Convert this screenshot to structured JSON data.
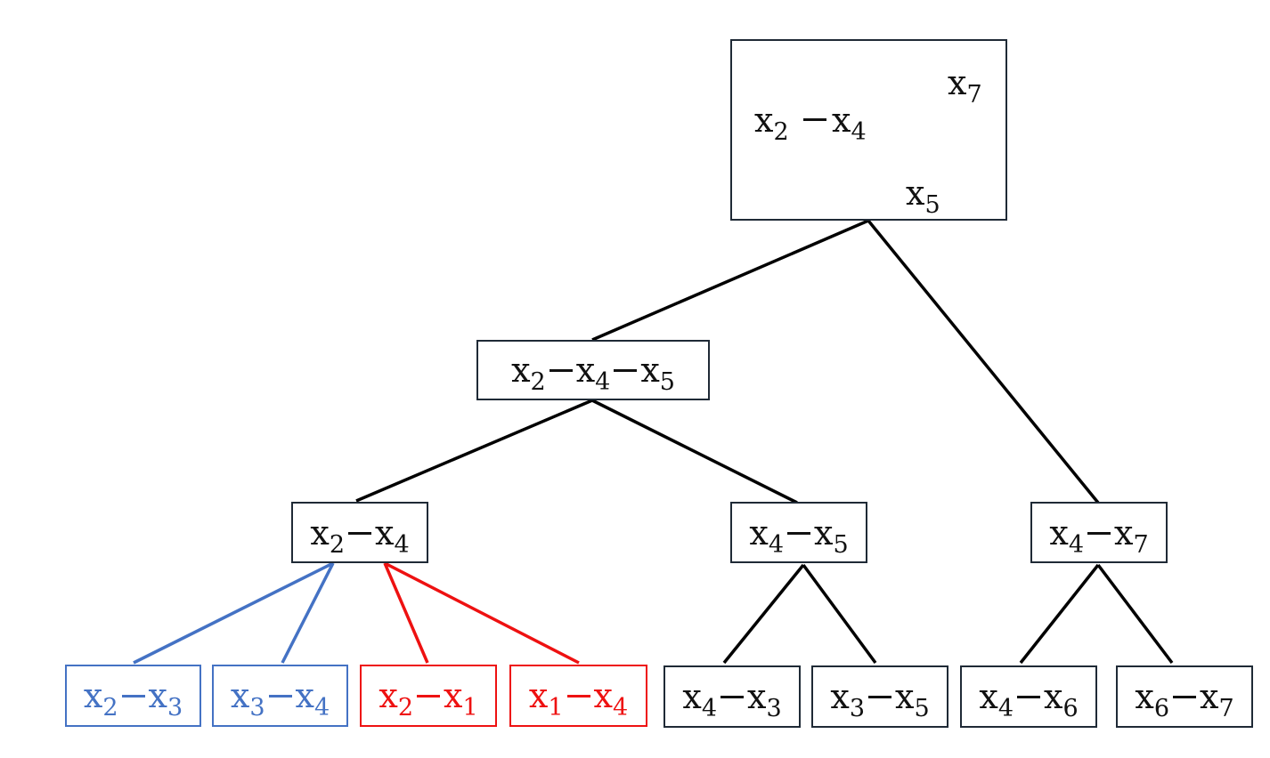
{
  "nodes": {
    "root": {
      "left": "x",
      "left_sub": "2",
      "mid": "x",
      "mid_sub": "4",
      "top": "x",
      "top_sub": "7",
      "bottom": "x",
      "bottom_sub": "5"
    },
    "n245": {
      "a": "x",
      "a_sub": "2",
      "b": "x",
      "b_sub": "4",
      "c": "x",
      "c_sub": "5"
    },
    "n24": {
      "a": "x",
      "a_sub": "2",
      "b": "x",
      "b_sub": "4"
    },
    "n45": {
      "a": "x",
      "a_sub": "4",
      "b": "x",
      "b_sub": "5"
    },
    "n47": {
      "a": "x",
      "a_sub": "4",
      "b": "x",
      "b_sub": "7"
    },
    "l23": {
      "a": "x",
      "a_sub": "2",
      "b": "x",
      "b_sub": "3"
    },
    "l34": {
      "a": "x",
      "a_sub": "3",
      "b": "x",
      "b_sub": "4"
    },
    "l21": {
      "a": "x",
      "a_sub": "2",
      "b": "x",
      "b_sub": "1"
    },
    "l14": {
      "a": "x",
      "a_sub": "1",
      "b": "x",
      "b_sub": "4"
    },
    "l43": {
      "a": "x",
      "a_sub": "4",
      "b": "x",
      "b_sub": "3"
    },
    "l35": {
      "a": "x",
      "a_sub": "3",
      "b": "x",
      "b_sub": "5"
    },
    "l46": {
      "a": "x",
      "a_sub": "4",
      "b": "x",
      "b_sub": "6"
    },
    "l67": {
      "a": "x",
      "a_sub": "6",
      "b": "x",
      "b_sub": "7"
    }
  },
  "colors": {
    "dark": "#1f2a36",
    "blue": "#4472c4",
    "red": "#ee1111"
  }
}
